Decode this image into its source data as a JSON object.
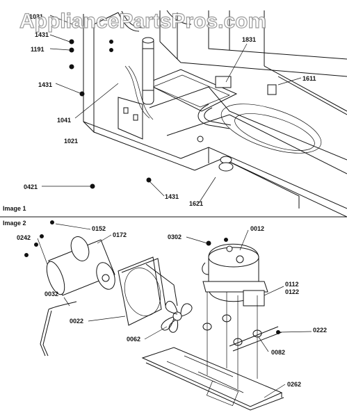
{
  "watermark": "AppliancePartsPros.com",
  "panels": [
    {
      "label": "Image 1"
    },
    {
      "label": "Image 2"
    }
  ],
  "image1_callouts": [
    "1031",
    "1431",
    "1191",
    "1431",
    "1041",
    "1021",
    "0421",
    "1431",
    "1621",
    "1611",
    "1831"
  ],
  "image2_callouts": [
    "0152",
    "0172",
    "0242",
    "0032",
    "0022",
    "0062",
    "0302",
    "0012",
    "0112",
    "0122",
    "0222",
    "0082",
    "0262"
  ]
}
